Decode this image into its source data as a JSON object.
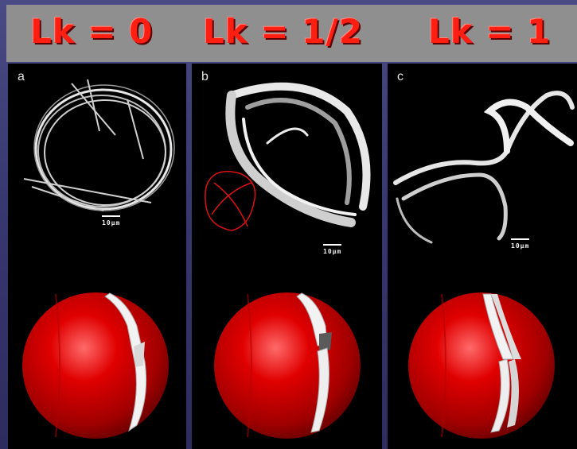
{
  "header": {
    "titles": [
      "Lk = 0",
      "Lk = 1/2",
      "Lk = 1"
    ]
  },
  "panels": [
    {
      "letter": "a",
      "scale_label": "10μm"
    },
    {
      "letter": "b",
      "scale_label": "10μm"
    },
    {
      "letter": "c",
      "scale_label": "10μm"
    }
  ],
  "colors": {
    "title": "#ff1e12",
    "sphere": "#d40000",
    "header_bar": "#8f8f8f",
    "background": "#383870"
  }
}
